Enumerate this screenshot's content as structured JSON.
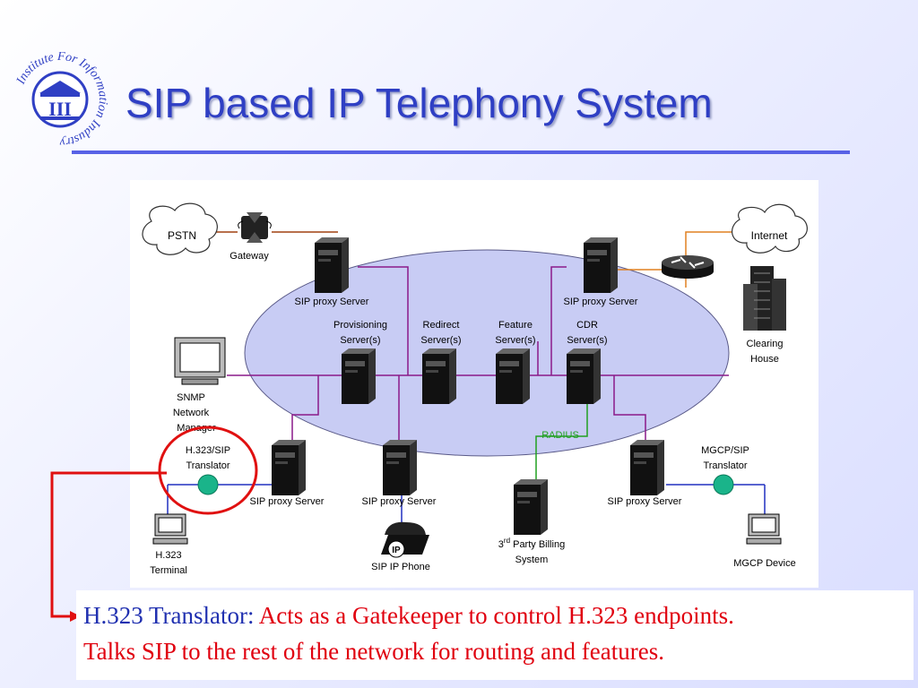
{
  "slide": {
    "title": "SIP based IP Telephony System",
    "logo_text": "Institute For Information Industry",
    "logo_mark": "III"
  },
  "diagram": {
    "clouds": {
      "pstn": "PSTN",
      "internet": "Internet"
    },
    "gateway": "Gateway",
    "sip_proxy_top_left": "SIP proxy Server",
    "sip_proxy_top_right": "SIP proxy Server",
    "provisioning": [
      "Provisioning",
      "Server(s)"
    ],
    "redirect": [
      "Redirect",
      "Server(s)"
    ],
    "feature": [
      "Feature",
      "Server(s)"
    ],
    "cdr": [
      "CDR",
      "Server(s)"
    ],
    "clearing_house": [
      "Clearing",
      "House"
    ],
    "snmp": [
      "SNMP",
      "Network",
      "Manager"
    ],
    "h323_sip_translator": [
      "H.323/SIP",
      "Translator"
    ],
    "mgcp_sip_translator": [
      "MGCP/SIP",
      "Translator"
    ],
    "radius": "RADIUS",
    "sip_proxy_bottom_1": "SIP proxy Server",
    "sip_proxy_bottom_2": "SIP proxy Server",
    "sip_proxy_bottom_3": "SIP proxy Server",
    "h323_terminal": [
      "H.323",
      "Terminal"
    ],
    "sip_ip_phone": "SIP IP Phone",
    "ip_badge": "IP",
    "billing": {
      "num": "3",
      "sup": "rd",
      "rest": " Party Billing",
      "line2": "System"
    },
    "mgcp_device": "MGCP Device"
  },
  "callout": {
    "term": "H.323 Translator:",
    "line1_rest": " Acts as a Gatekeeper to control H.323 endpoints.",
    "line2": "Talks SIP to the rest of the network for routing and features."
  },
  "colors": {
    "title": "#2f3fc4",
    "rule": "#5862e6",
    "ellipse_fill": "#c8ccf4",
    "purple_link": "#8a1a8a",
    "blue_link": "#2030c0",
    "radius_link": "#20a020",
    "callout_red": "#e0000f",
    "callout_blue": "#2030b0"
  }
}
